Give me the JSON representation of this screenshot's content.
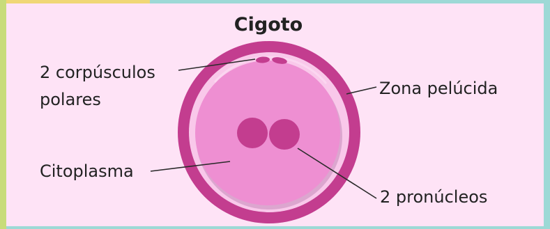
{
  "diagram": {
    "title": "Cigoto",
    "labels": {
      "polar_bodies_line1": "2 corpúsculos",
      "polar_bodies_line2": "polares",
      "zona_pellucida": "Zona pelúcida",
      "cytoplasm": "Citoplasma",
      "pronuclei": "2 pronúcleos"
    },
    "colors": {
      "background": "#fee3f6",
      "frame": "#9dd9d6",
      "zona_pellucida": "#c33d8f",
      "perivitelline_space": "#f9c8ea",
      "cytoplasm": "#ee8fd2",
      "pronuclei": "#c33d8f",
      "polar_bodies": "#c33d8f"
    }
  }
}
